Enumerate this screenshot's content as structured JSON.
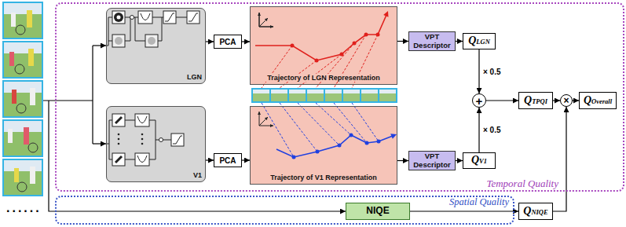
{
  "diagram": {
    "nodes": [
      {
        "text": [
          "Temporal Quality"
        ]
      },
      {
        "text": [
          "LGN"
        ],
        "in": 0
      },
      {
        "text": [
          "PCA"
        ],
        "in": 0
      },
      {
        "text": [
          "Trajectory of LGN Representation"
        ],
        "in": 0
      },
      {
        "text": [
          "VPT Descriptor"
        ],
        "in": 0
      },
      {
        "text": [
          "QLGN"
        ],
        "in": 0
      },
      {
        "text": [
          "V1"
        ],
        "in": 0
      },
      {
        "text": [
          "PCA"
        ],
        "in": 0
      },
      {
        "text": [
          "Trajectory of V1 Representation"
        ],
        "in": 0
      },
      {
        "text": [
          "VPT Descriptor"
        ],
        "in": 0
      },
      {
        "text": [
          "QV1"
        ],
        "in": 0
      },
      {
        "text": [
          "+"
        ],
        "in": 0
      },
      {
        "text": [
          "QTPQI"
        ],
        "in": 0
      },
      {
        "text": [
          "×"
        ],
        "in": 0
      },
      {
        "text": [
          "QOverall"
        ],
        "in": 0
      },
      {
        "text": [
          "Spatial Quality"
        ]
      },
      {
        "text": [
          "NIQE"
        ],
        "in": 15
      },
      {
        "text": [
          "QNIQE"
        ]
      }
    ],
    "edges": [
      {
        "from": 1,
        "to": 2,
        "arrow": "to"
      },
      {
        "from": 2,
        "to": 3,
        "arrow": "to"
      },
      {
        "from": 3,
        "to": 4,
        "arrow": "to"
      },
      {
        "from": 4,
        "to": 5,
        "arrow": "to"
      },
      {
        "from": 5,
        "to": 11,
        "label": "× 0.5",
        "arrow": "to"
      },
      {
        "from": 6,
        "to": 7,
        "arrow": "to"
      },
      {
        "from": 7,
        "to": 8,
        "arrow": "to"
      },
      {
        "from": 8,
        "to": 9,
        "arrow": "to"
      },
      {
        "from": 9,
        "to": 10,
        "arrow": "to"
      },
      {
        "from": 10,
        "to": 11,
        "label": "× 0.5",
        "arrow": "to"
      },
      {
        "from": 11,
        "to": 12,
        "arrow": "to"
      },
      {
        "from": 12,
        "to": 13,
        "arrow": "to"
      },
      {
        "from": 13,
        "to": 14,
        "arrow": "to"
      },
      {
        "from": 16,
        "to": 17,
        "arrow": "to"
      },
      {
        "from": 17,
        "to": 13,
        "arrow": "to"
      }
    ],
    "labels": [
      "......"
    ]
  }
}
